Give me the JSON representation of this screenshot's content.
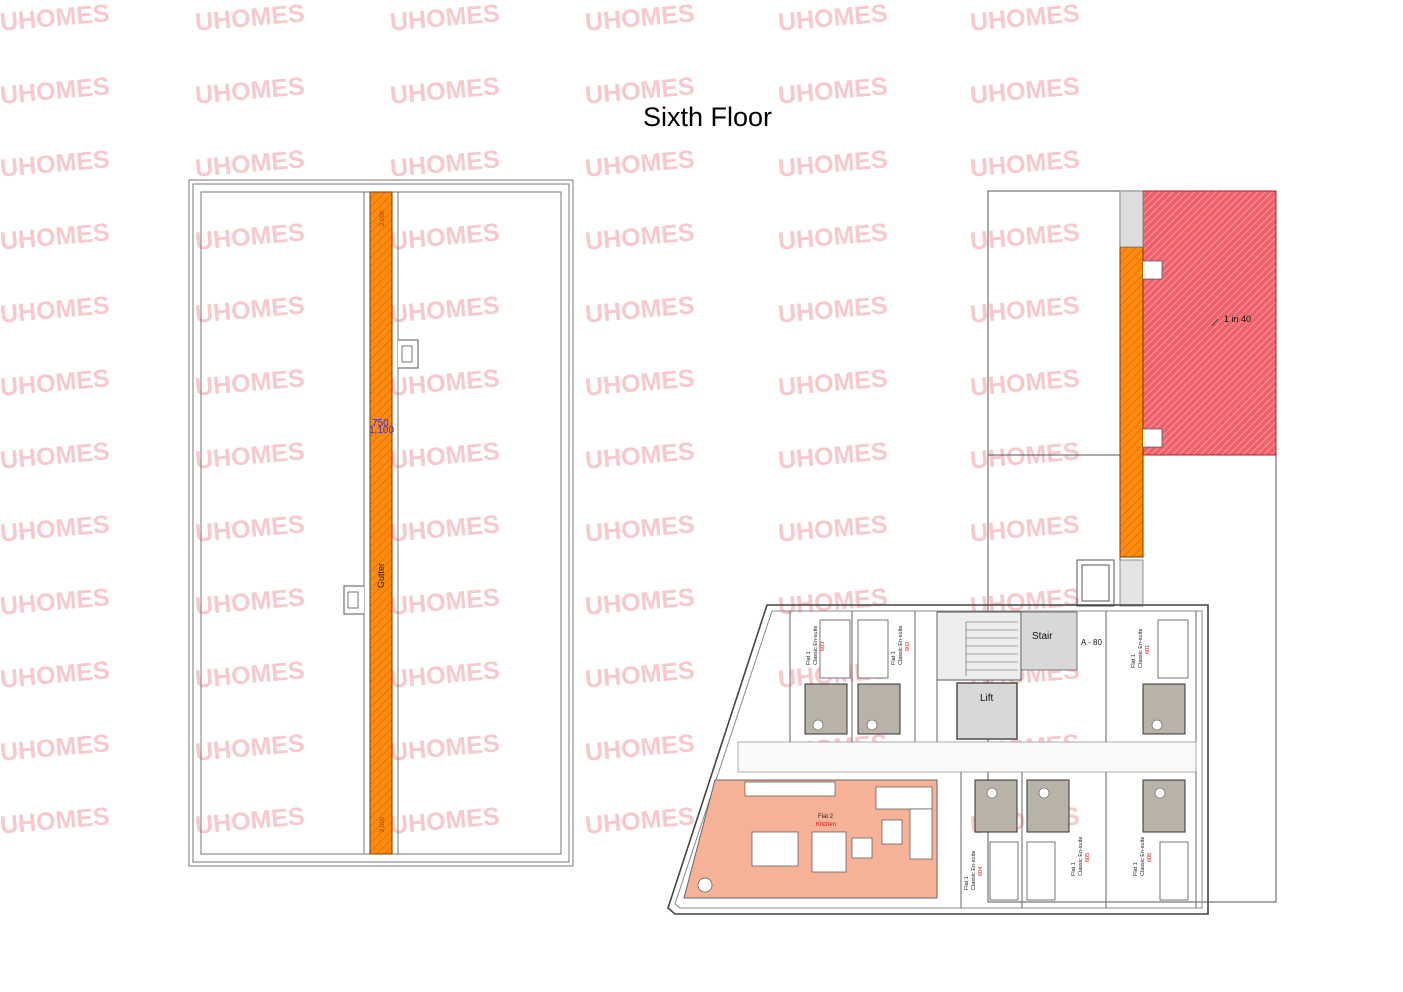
{
  "title": "Sixth Floor",
  "watermark": "UHOMES",
  "colors": {
    "gutter": "#ff8a10",
    "roof_slope": "#f0606a",
    "flat_kitchen": "#f4a88c",
    "watermark": "#f7c9cc",
    "dimension_text": "#2a2aff",
    "room_id": "#e01010"
  },
  "roof_plan": {
    "gutter_label": "Gutter",
    "dim_top": "2,000",
    "dim_bottom": "2,000",
    "dim_mid_1": "750",
    "dim_mid_2": "1,100"
  },
  "floor_plan": {
    "slope_label": "1 in 40",
    "stair_label": "Stair",
    "lift_label": "Lift",
    "corridor_ref": "A - 80",
    "flat2": {
      "name": "Flat 2",
      "room": "Kitchen"
    },
    "rooms": [
      {
        "flat": "Flat 1",
        "type": "Classic En-suite",
        "id": "603"
      },
      {
        "flat": "Flat 1",
        "type": "Classic En-suite",
        "id": "602"
      },
      {
        "flat": "Flat 1",
        "type": "Classic En-suite",
        "id": "601"
      },
      {
        "flat": "Flat 1",
        "type": "Classic En-suite",
        "id": "604"
      },
      {
        "flat": "Flat 1",
        "type": "Classic En-suite",
        "id": "605"
      },
      {
        "flat": "Flat 1",
        "type": "Classic En-suite",
        "id": "606"
      }
    ]
  }
}
